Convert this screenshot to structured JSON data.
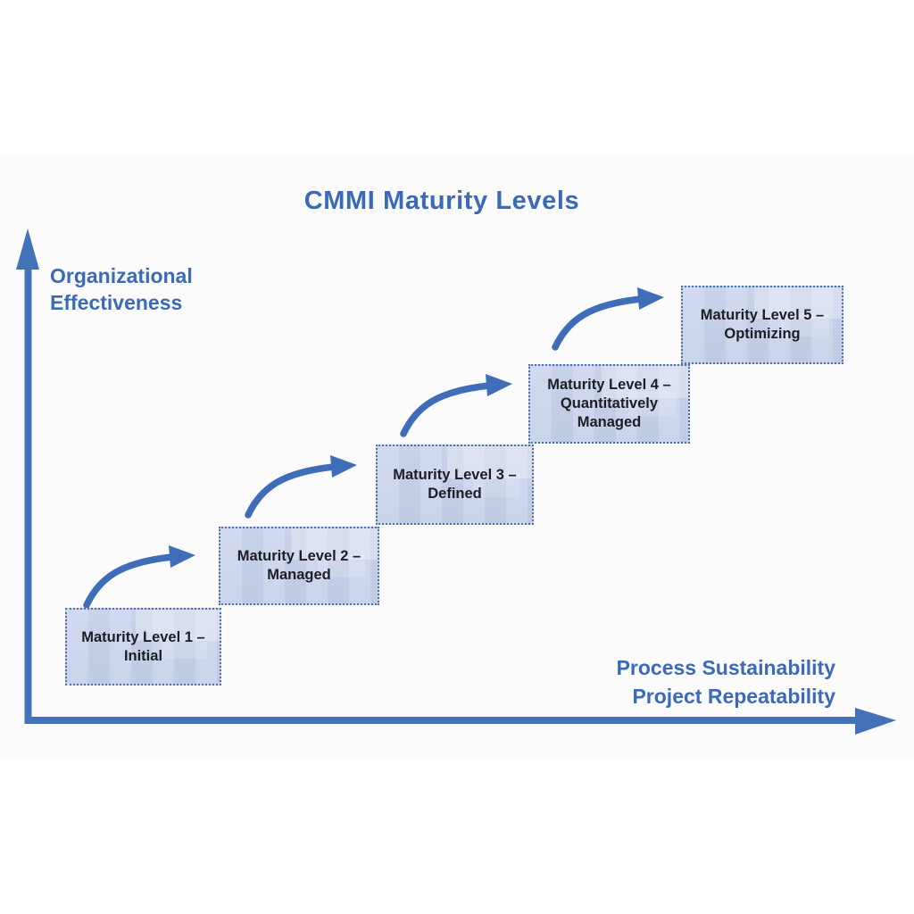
{
  "title": "CMMI Maturity Levels",
  "axes": {
    "y_label": "Organizational\nEffectiveness",
    "x_label": "Process Sustainability\nProject Repeatability"
  },
  "levels": [
    {
      "label": "Maturity Level 1 –\nInitial"
    },
    {
      "label": "Maturity Level 2 –\nManaged"
    },
    {
      "label": "Maturity Level 3 –\nDefined"
    },
    {
      "label": "Maturity Level 4 –\nQuantitatively\nManaged"
    },
    {
      "label": "Maturity Level 5 –\nOptimizing"
    }
  ],
  "colors": {
    "accent_blue": "#3f6db7",
    "label_blue": "#3a6ab8",
    "box_fill": "#c7d1ea",
    "box_border": "#4b70ae",
    "box_text": "#1d1d26",
    "content_background": "#fbfbfb"
  }
}
